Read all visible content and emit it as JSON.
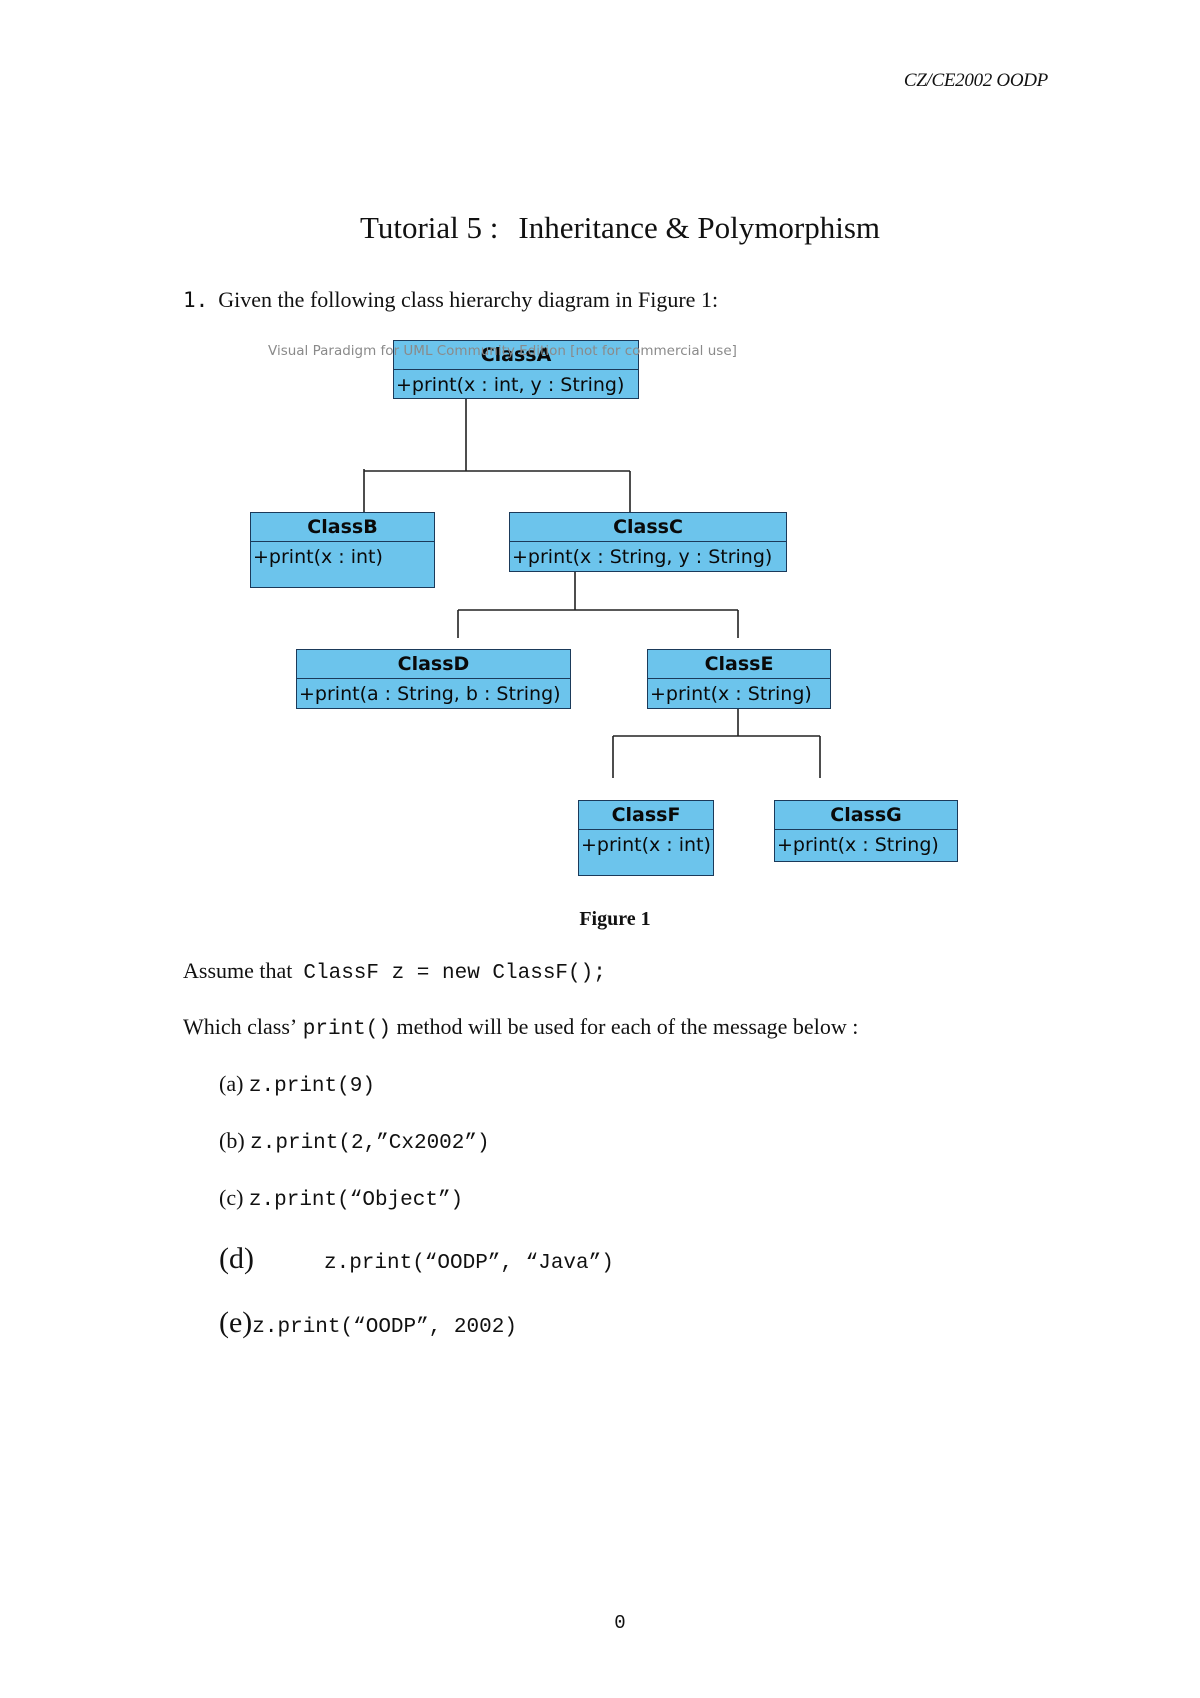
{
  "header": "CZ/CE2002 OODP",
  "title": {
    "part1": "Tutorial 5 :",
    "part2": "Inheritance & Polymorphism"
  },
  "question1": {
    "number": "1.",
    "text": "Given the following class hierarchy diagram in Figure 1:"
  },
  "diagram": {
    "watermark": "Visual Paradigm for UML Community Edition [not for commercial use]",
    "classes": {
      "A": {
        "name": "ClassA",
        "op": "+print(x : int, y : String)"
      },
      "B": {
        "name": "ClassB",
        "op": "+print(x : int)"
      },
      "C": {
        "name": "ClassC",
        "op": "+print(x : String, y : String)"
      },
      "D": {
        "name": "ClassD",
        "op": "+print(a : String, b : String)"
      },
      "E": {
        "name": "ClassE",
        "op": "+print(x : String)"
      },
      "F": {
        "name": "ClassF",
        "op": "+print(x : int)"
      },
      "G": {
        "name": "ClassG",
        "op": "+print(x : String)"
      }
    },
    "colors": {
      "fill": "#6cc4ec",
      "border": "#1b3a5a",
      "connector": "#222222"
    }
  },
  "figure_caption": "Figure 1",
  "assume": {
    "prefix": "Assume that",
    "code": "ClassF z = new ClassF();"
  },
  "which": {
    "prefix": "Which class’",
    "code": "print()",
    "suffix": "method will be used for each of the message below :"
  },
  "items": {
    "a": {
      "label": "(a)",
      "code": "z.print(9)"
    },
    "b": {
      "label": "(b)",
      "code": "z.print(2,”Cx2002”)"
    },
    "c": {
      "label": "(c)",
      "code": "z.print(“Object”)"
    },
    "d": {
      "label": "(d)",
      "code": "z.print(“OODP”, “Java”)"
    },
    "e": {
      "label": "(e)",
      "code": "z.print(“OODP”, 2002)"
    }
  },
  "page_number": "0"
}
